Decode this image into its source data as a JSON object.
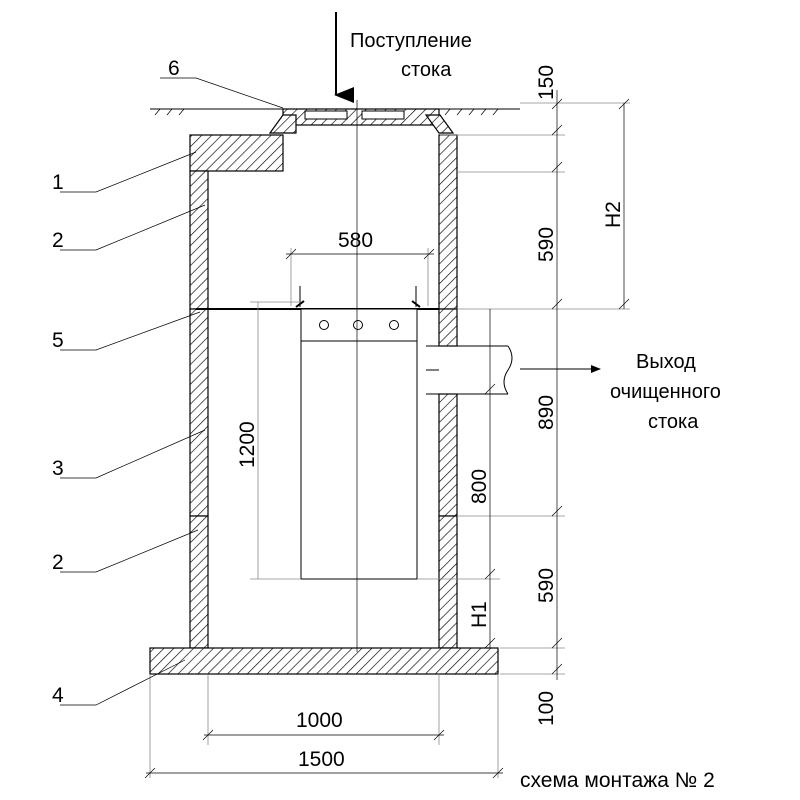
{
  "diagram": {
    "inflow_label_line1": "Поступление",
    "inflow_label_line2": "стока",
    "outflow_label_line1": "Выход",
    "outflow_label_line2": "очищенного",
    "outflow_label_line3": "стока",
    "caption": "схема монтажа № 2",
    "callouts": {
      "c1": "1",
      "c2_top": "2",
      "c5": "5",
      "c3": "3",
      "c2_bottom": "2",
      "c4": "4",
      "c6": "6"
    },
    "dimensions": {
      "d150": "150",
      "dH2": "H2",
      "d590_top": "590",
      "d580": "580",
      "d1200": "1200",
      "d890": "890",
      "d800": "800",
      "d590_bottom": "590",
      "dH1": "H1",
      "d100": "100",
      "d1000": "1000",
      "d1500": "1500"
    }
  }
}
